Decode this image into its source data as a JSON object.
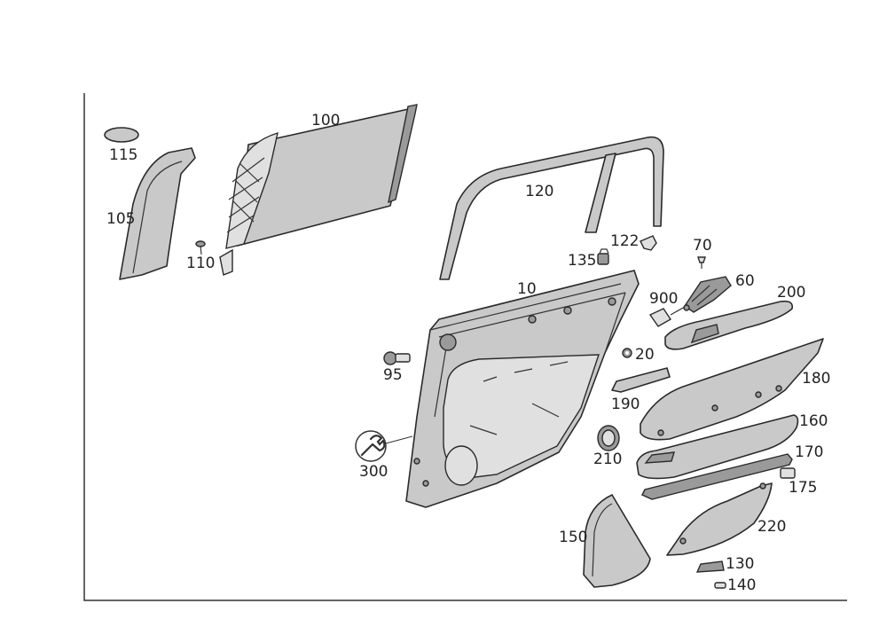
{
  "diagram": {
    "parts": [
      {
        "id": "p10",
        "label": "10"
      },
      {
        "id": "p20",
        "label": "20"
      },
      {
        "id": "p60",
        "label": "60"
      },
      {
        "id": "p70",
        "label": "70"
      },
      {
        "id": "p95",
        "label": "95"
      },
      {
        "id": "p100",
        "label": "100"
      },
      {
        "id": "p105",
        "label": "105"
      },
      {
        "id": "p110",
        "label": "110"
      },
      {
        "id": "p115",
        "label": "115"
      },
      {
        "id": "p120",
        "label": "120"
      },
      {
        "id": "p122",
        "label": "122"
      },
      {
        "id": "p130",
        "label": "130"
      },
      {
        "id": "p135",
        "label": "135"
      },
      {
        "id": "p140",
        "label": "140"
      },
      {
        "id": "p150",
        "label": "150"
      },
      {
        "id": "p160",
        "label": "160"
      },
      {
        "id": "p170",
        "label": "170"
      },
      {
        "id": "p175",
        "label": "175"
      },
      {
        "id": "p180",
        "label": "180"
      },
      {
        "id": "p190",
        "label": "190"
      },
      {
        "id": "p200",
        "label": "200"
      },
      {
        "id": "p210",
        "label": "210"
      },
      {
        "id": "p220",
        "label": "220"
      },
      {
        "id": "p300",
        "label": "300"
      },
      {
        "id": "p900",
        "label": "900"
      }
    ]
  }
}
